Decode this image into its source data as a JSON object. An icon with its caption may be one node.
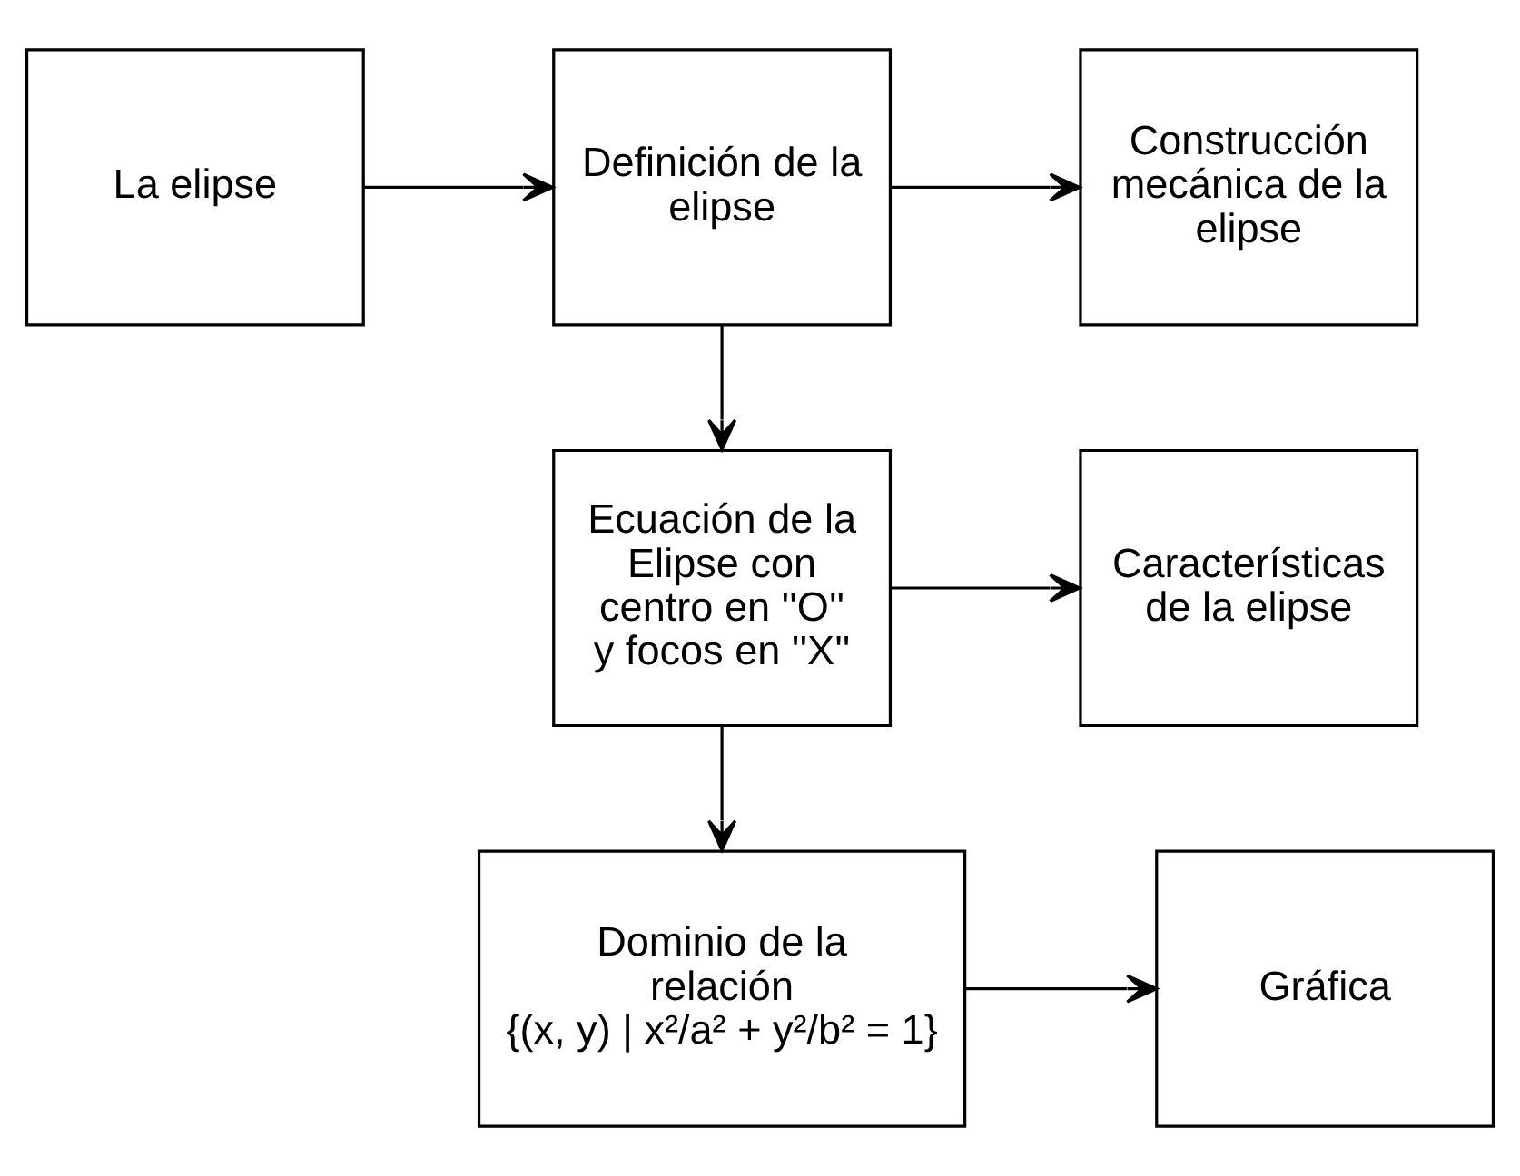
{
  "diagram": {
    "nodes": [
      {
        "text": [
          "La elipse"
        ]
      },
      {
        "text": [
          "Definición de la elipse"
        ]
      },
      {
        "text": [
          "Construcción mecánica de la elipse"
        ]
      },
      {
        "text": [
          "Ecuación de la Elipse con centro en ''O'' y focos en ''X''"
        ]
      },
      {
        "text": [
          "Características de la elipse"
        ]
      },
      {
        "text": [
          "Dominio de la relación",
          "{(x, y) | x²/a² + y²/b² = 1}"
        ]
      },
      {
        "text": [
          "Gráfica"
        ]
      }
    ],
    "edges": [
      {
        "from": 0,
        "to": 1,
        "arrow": "to"
      },
      {
        "from": 1,
        "to": 2,
        "arrow": "to"
      },
      {
        "from": 1,
        "to": 3,
        "arrow": "to"
      },
      {
        "from": 3,
        "to": 4,
        "arrow": "to"
      },
      {
        "from": 3,
        "to": 5,
        "arrow": "to"
      },
      {
        "from": 5,
        "to": 6,
        "arrow": "to"
      }
    ]
  }
}
